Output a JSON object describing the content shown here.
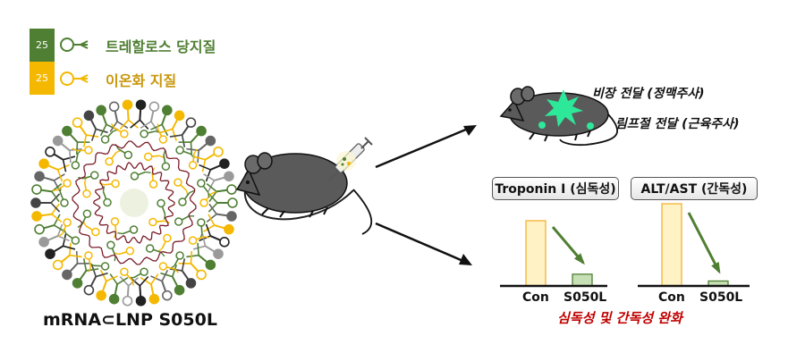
{
  "legend": {
    "items": [
      {
        "badge": "25",
        "text": "트레할로스 당지질",
        "badge_color": "#4f7f33",
        "text_color": "#4f7f33"
      },
      {
        "badge": "25",
        "text": "이온화 지질",
        "badge_color": "#f5b800",
        "text_color": "#c9960a"
      }
    ]
  },
  "lnp_label": "mRNA⊂LNP S050L",
  "delivery": {
    "spleen": "비장 전달 (정맥주사)",
    "lymph": "림프절 전달 (근육주사)"
  },
  "panels": [
    {
      "title": "Troponin I (심독성)",
      "categories": [
        "Con",
        "S050L"
      ],
      "values": [
        100,
        18
      ]
    },
    {
      "title": "ALT/AST (간독성)",
      "categories": [
        "Con",
        "S050L"
      ],
      "values": [
        100,
        6
      ]
    }
  ],
  "conclusion": "심독성 및 간독성 완화",
  "colors": {
    "green": "#4f7f33",
    "yellow": "#f5b800",
    "red": "#c00000",
    "mouse": "#5a5a5a",
    "con_bar_fill": "#fff2c4",
    "con_bar_stroke": "#f2b233",
    "s050l_bar_fill": "#c7dfb4",
    "s050l_bar_stroke": "#4f7f33"
  }
}
